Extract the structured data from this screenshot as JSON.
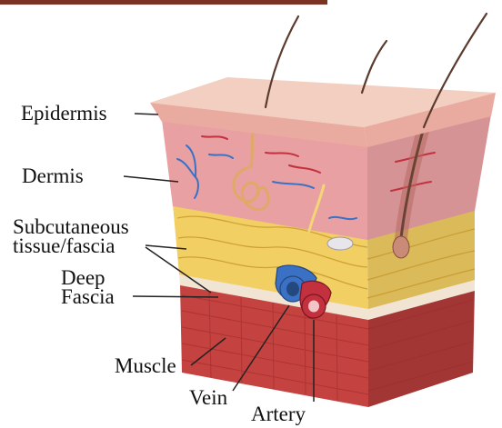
{
  "labels": {
    "epidermis": "Epidermis",
    "dermis": "Dermis",
    "subcutaneous_line1": "Subcutaneous",
    "subcutaneous_line2": "tissue/fascia",
    "deep_line1": "Deep",
    "deep_line2": "Fascia",
    "muscle": "Muscle",
    "vein": "Vein",
    "artery": "Artery"
  },
  "colors": {
    "top_bar": "#7a3322",
    "leader_line": "#222222",
    "epidermis_top": "#f3cfc1",
    "epidermis_side": "#e9aaa0",
    "dermis": "#e9a0a2",
    "subcutaneous_fat": "#f2cf63",
    "deep_fascia": "#f1e4d2",
    "muscle": "#c4423f",
    "vein": "#3b71c4",
    "artery": "#c2313d",
    "hair": "#5a3b2e",
    "nerve": "#f3d776",
    "gland": "#e0a86a"
  }
}
